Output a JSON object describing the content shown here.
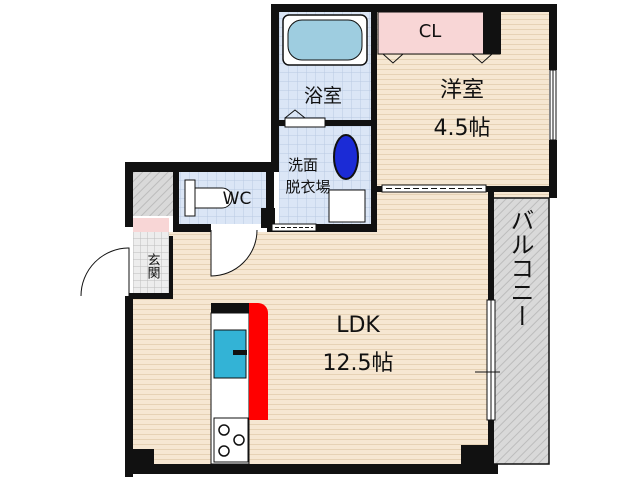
{
  "plan": {
    "rooms": {
      "closet": "CL",
      "western_room": "洋室",
      "western_room_size": "4.5帖",
      "bathroom": "浴室",
      "washroom_line1": "洗面",
      "washroom_line2": "脱衣場",
      "toilet": "WC",
      "entrance": "玄関",
      "ldk": "LDK",
      "ldk_size": "12.5帖",
      "balcony": "バルコニー"
    },
    "colors": {
      "floor_wood": "#f6e7d2",
      "wood_line": "#e6d2b5",
      "wet_area": "#dbe6f6",
      "wet_grid": "#b9c9e2",
      "closet_fill": "#f8d6d6",
      "balcony_fill": "#d9d9d9",
      "wall": "#111111",
      "counter_red": "#ff0000",
      "sink_blue": "#33b3d6",
      "basin_blue": "#1b2bd6",
      "bathtub_blue": "#9ecde0"
    }
  }
}
